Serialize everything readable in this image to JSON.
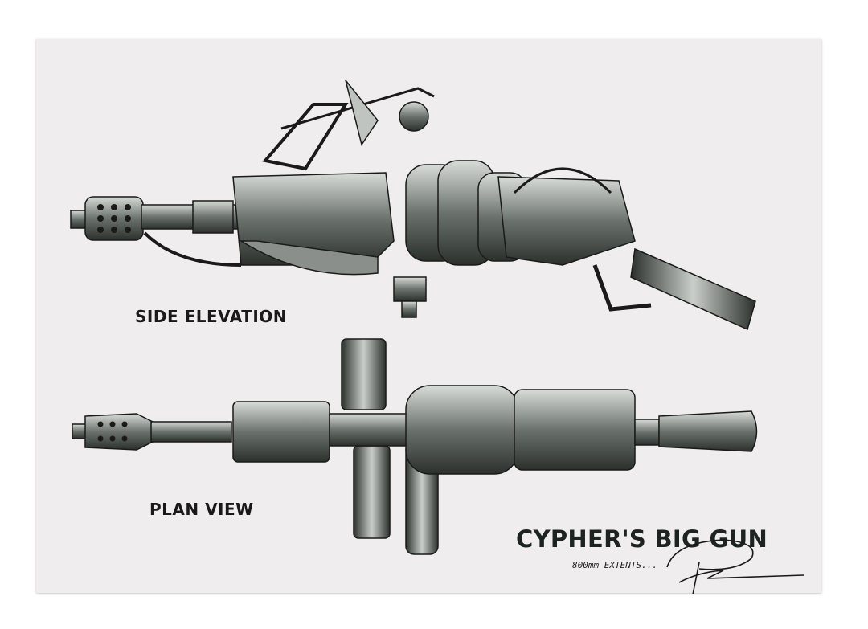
{
  "print": {
    "side_label": "SIDE ELEVATION",
    "plan_label": "PLAN VIEW",
    "title": "CYPHER'S BIG GUN",
    "handwritten_note": "800mm EXTENTS...",
    "signature": "signature"
  },
  "colors": {
    "paper": "#efedee",
    "ink": "#1a1a1a",
    "metal": "#5a625e"
  }
}
